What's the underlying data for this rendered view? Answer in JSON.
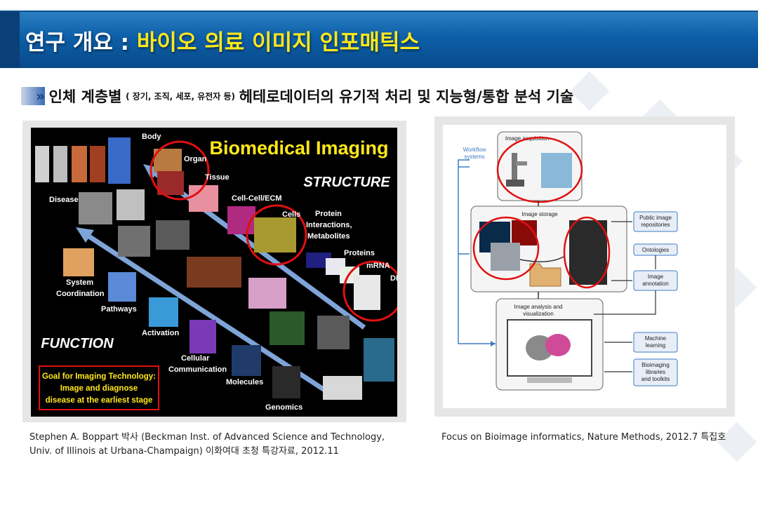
{
  "header": {
    "title_prefix": "연구 개요 : ",
    "title_accent": "바이오 의료 이미지 인포매틱스"
  },
  "subtitle": {
    "bullet": "»",
    "part1": "인체 계층별",
    "paren": "( 장기, 조직, 세포, 유전자 등)",
    "part2": "헤테로데이터의  유기적 처리 및 지능형/통합 분석 기술"
  },
  "left_figure": {
    "title": "Biomedical Imaging",
    "structure": "STRUCTURE",
    "function": "FUNCTION",
    "labels": {
      "body": "Body",
      "organ": "Organ",
      "tissue": "Tissue",
      "cellcell": "Cell-Cell/ECM",
      "cells": "Cells",
      "protein1": "Protein",
      "protein2": "Interactions,",
      "protein3": "Metabolites",
      "proteins": "Proteins",
      "mrna": "mRNA",
      "dna": "DNA",
      "disease": "Disease",
      "system1": "System",
      "system2": "Coordination",
      "pathways": "Pathways",
      "activation": "Activation",
      "cellular1": "Cellular",
      "cellular2": "Communication",
      "molecules": "Molecules",
      "genomics": "Genomics"
    },
    "goal": {
      "line1": "Goal for Imaging Technology:",
      "line2": "Image and diagnose",
      "line3": "disease at the earliest stage"
    }
  },
  "right_figure": {
    "workflow1": "Workflow",
    "workflow2": "systems",
    "acquisition": "Image acquisition",
    "storage": "Image storage",
    "analysis1": "Image analysis and",
    "analysis2": "visualization",
    "repos1": "Public image",
    "repos2": "repositories",
    "ontologies": "Ontologies",
    "annot1": "Image",
    "annot2": "annotation",
    "ml1": "Machine",
    "ml2": "learning",
    "lib1": "Bioimaging",
    "lib2": "libraries",
    "lib3": "and toolkits"
  },
  "captions": {
    "left_line1": "Stephen A. Boppart 박사 (Beckman Inst. of Advanced Science and Technology,",
    "left_line2": "Univ. of Illinois at Urbana-Champaign) 이화여대 초청 특강자료, 2012.11",
    "right": "Focus on Bioimage informatics, Nature Methods, 2012.7 특집호"
  },
  "colors": {
    "header_blue": "#0d5fa8",
    "accent_yellow": "#ffe81a",
    "circle_red": "#e01010",
    "figure_title_yellow": "#ffe81a"
  }
}
